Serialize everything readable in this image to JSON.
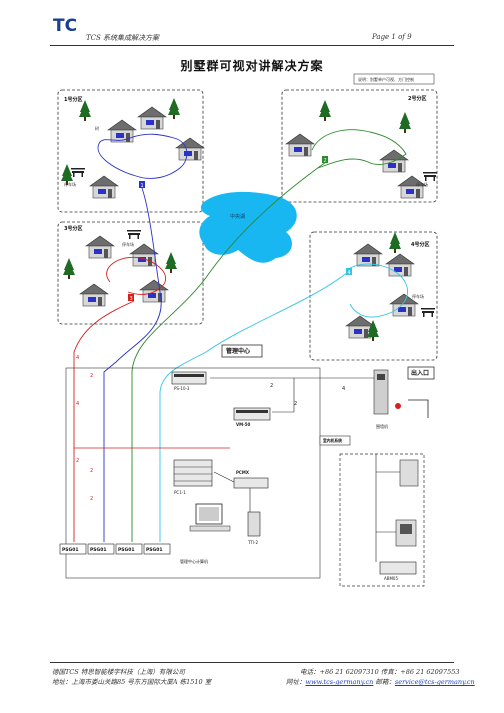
{
  "header": {
    "title": "TCS 系统集成解决方案",
    "page": "Page 1 of 9"
  },
  "document": {
    "title": "别墅群可视对讲解决方案"
  },
  "diagram": {
    "legend_note": "说明：别墅单户可视、方门控制",
    "zones": {
      "zone1": "1号分区",
      "zone2": "2号分区",
      "zone3": "3号分区",
      "zone4": "4号分区"
    },
    "tree_label": "树",
    "parking_label": "停车场",
    "lake_label": "中央湖",
    "center_label": "管理中心",
    "entrance_label": "出入口",
    "gate_station_label": "围墙机",
    "indoor_box_label": "室内机系统",
    "devices": {
      "psu": "PS-10-3",
      "vm": "VM-50",
      "pcmx": "PCMX",
      "pc1": "PC1-1",
      "tti2": "TTI-2",
      "pc_label": "管理中心计算机",
      "sub_device": "ABM05"
    },
    "psg": [
      "PSG01",
      "PSG01",
      "PSG01",
      "PSG01"
    ],
    "markers": [
      "1",
      "2",
      "3",
      "4"
    ],
    "line_labels": [
      "4",
      "2",
      "4",
      "2",
      "2",
      "2",
      "2",
      "2",
      "4"
    ],
    "colors": {
      "red": "#d81f1f",
      "blue": "#2b32c8",
      "green": "#2c8a2c",
      "cyan": "#35c4e6",
      "lake": "#19b7f2",
      "tree": "#1f6b22"
    }
  },
  "footer": {
    "company": "德国TCS 特思智能楼宇科技（上海）有限公司",
    "phone": "电话：+86 21 62097310  传真：+86 21 62097553",
    "address": "地址：上海市娄山关路85 号东方国际大厦A 栋1510 室",
    "web_label": "网址：",
    "web": "www.tcs-germany.cn",
    "email_label": "  邮箱：",
    "email": "service@tcs-germany.cn"
  }
}
